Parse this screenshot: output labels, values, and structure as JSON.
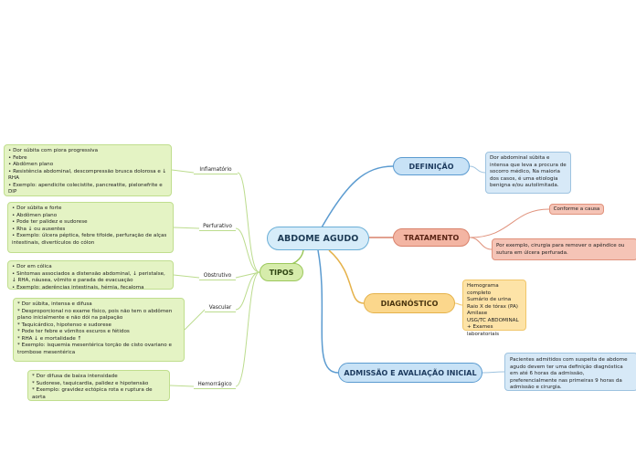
{
  "central": "ABDOME AGUDO",
  "definicao": {
    "title": "DEFINIÇÃO",
    "text": "Dor abdominal súbita e intensa que leva a procura de socorro médico, Na maioria dos casos, é uma etiologia  benigna e/ou autolimitada."
  },
  "tratamento": {
    "title": "TRATAMENTO",
    "conforme": "Conforme a causa",
    "exemplo": "Por exemplo, cirurgia para remover o apêndice ou sutura em úlcera perfurada."
  },
  "diagnostico": {
    "title": "DIAGNÓSTICO",
    "items": [
      "Hemograma completo",
      "Sumário de urina",
      "Raio X de tórax (PA)",
      "Amilase",
      "USG/TC ABDOMINAL",
      "+ Exames laboratoriais"
    ]
  },
  "admissao": {
    "title": "ADMISSÃO E AVALIAÇÃO INICIAL",
    "text": "Pacientes admitidos com suspeita de abdome agudo devem ter uma definição diagnóstica em até 6 horas da admissão, preferencialmente nas primeiras 9 horas da admissão e cirurgia."
  },
  "tipos": {
    "title": "TIPOS",
    "groups": [
      {
        "label": "Inflamatório",
        "items": [
          "• Dor súbita com piora progressiva",
          "• Febre",
          "• Abdômen plano",
          "• Resistência abdominal, descompressão brusca dolorosa e ↓ RHA",
          "• Exemplo: apendicite colecistite, pancreatite, pielonefrite e DIP"
        ]
      },
      {
        "label": "Perfurativo",
        "items": [
          "• Dor súbita e forte",
          "• Abdômen plano",
          "• Pode ter palidez e sudorese",
          "• Rha ↓ ou ausentes",
          "• Exemplo: úlcera péptica, febre tifoide, perfuração de alças intestinais, divertículos do cólon"
        ]
      },
      {
        "label": "Obstrutivo",
        "items": [
          "• Dor em cólica",
          "• Sintomas associados a distensão abdominal, ↓ peristalse, ↓ RHA, náusea, vômito e parada de evacuação",
          "• Exemplo: aderências intestinais, hérnia, fecaloma"
        ]
      },
      {
        "label": "Vascular",
        "items": [
          "* Dor súbita, intensa e difusa",
          "* Desproporcional no exame físico, pois não tem o abdômen plano inicialmente e não dói na palpação",
          "* Taquicárdico, hipotenso e sudorese",
          "* Pode ter febre e vômitos escuros e fétidos",
          "* RHA ↓ e mortalidade ↑",
          "* Exemplo: isquemia mesentérica torção de cisto ovariano e trombose mesentérica"
        ]
      },
      {
        "label": "Hemorrágico",
        "items": [
          "* Dor difusa de baixa intensidade",
          "* Sudorese, taquicardia, palidez e hipotensão",
          "* Exemplo: gravidez ectópica rota e ruptura de aorta"
        ]
      }
    ]
  },
  "colors": {
    "blue": "#5b9bd0",
    "red": "#d9826b",
    "yellow": "#e5b24a",
    "green": "#9cc85c"
  }
}
